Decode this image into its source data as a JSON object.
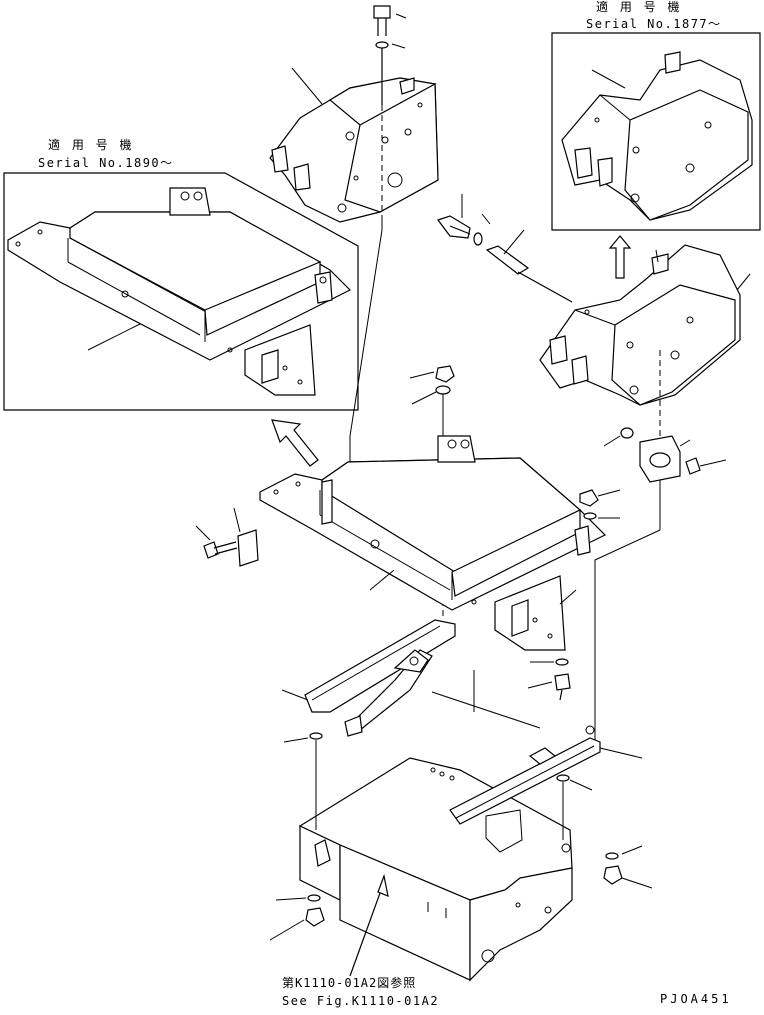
{
  "inset_left": {
    "title_jp": "適 用 号 機",
    "serial": "Serial No.1890〜"
  },
  "inset_right": {
    "title_jp": "適 用 号 機",
    "serial": "Serial No.1877〜"
  },
  "reference": {
    "jp": "第K1110-01A2図参照",
    "en": "See Fig.K1110-01A2"
  },
  "drawing_code": "PJOA451"
}
